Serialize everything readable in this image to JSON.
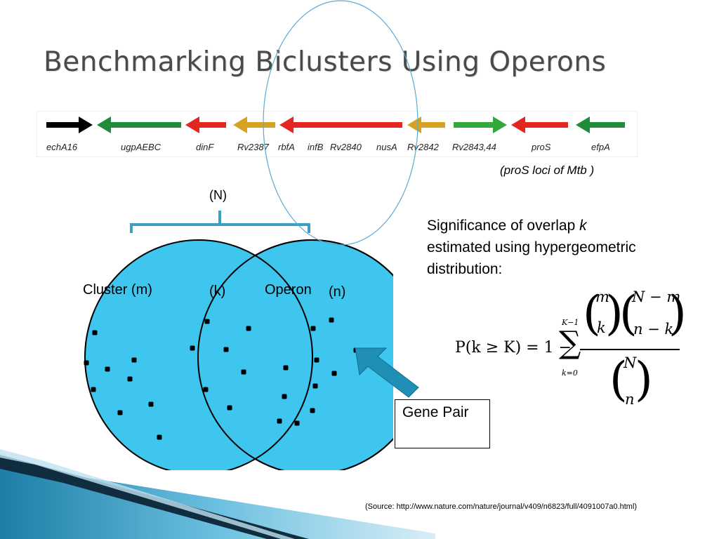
{
  "title": "Benchmarking Biclusters Using Operons",
  "genes": [
    {
      "label": "echA16",
      "dir": "right",
      "color": "#000000"
    },
    {
      "label": "ugpAEBC",
      "dir": "left",
      "color": "#1e8c3a"
    },
    {
      "label": "dinF",
      "dir": "left",
      "color": "#e3261f"
    },
    {
      "label": "Rv2387",
      "dir": "left",
      "color": "#d7a222"
    },
    {
      "label": "rbfA",
      "dir": "left",
      "color": "#e3261f"
    },
    {
      "label": "infB",
      "dir": "left",
      "color": "#e3261f"
    },
    {
      "label": "Rv2840",
      "dir": "left",
      "color": "#e3261f"
    },
    {
      "label": "nusA",
      "dir": "left",
      "color": "#e3261f"
    },
    {
      "label": "Rv2842",
      "dir": "left",
      "color": "#d7a222"
    },
    {
      "label": "Rv2843,44",
      "dir": "right",
      "color": "#32a93a"
    },
    {
      "label": "proS",
      "dir": "left",
      "color": "#e3261f"
    },
    {
      "label": "efpA",
      "dir": "left",
      "color": "#1e8c3a"
    }
  ],
  "caption": "(proS loci of Mtb )",
  "venn": {
    "total_label": "(N)",
    "cluster_label": "Cluster",
    "cluster_var": "(m)",
    "overlap_label": "(k)",
    "operon_label": "Operon",
    "operon_var": "(n)",
    "fill_color": "#3ec6ef"
  },
  "significance": {
    "line1": "Significance of overlap",
    "var": "k",
    "line2": "estimated using hypergeometric",
    "line3": "distribution:"
  },
  "formula": {
    "lhs": "P(k ≥ K) = 1 −",
    "sum_upper": "K−1",
    "sum_lower": "k=0",
    "num1_top": "m",
    "num1_bottom": "k",
    "num2_top": "N − m",
    "num2_bottom": "n − k",
    "den_top": "N",
    "den_bottom": "n"
  },
  "gene_pair_label": "Gene Pair",
  "source": "(Source: http://www.nature.com/nature/journal/v409/n6823/full/4091007a0.html)",
  "colors": {
    "arrow_blue": "#1f8fb5",
    "title": "#4a4a4a"
  }
}
